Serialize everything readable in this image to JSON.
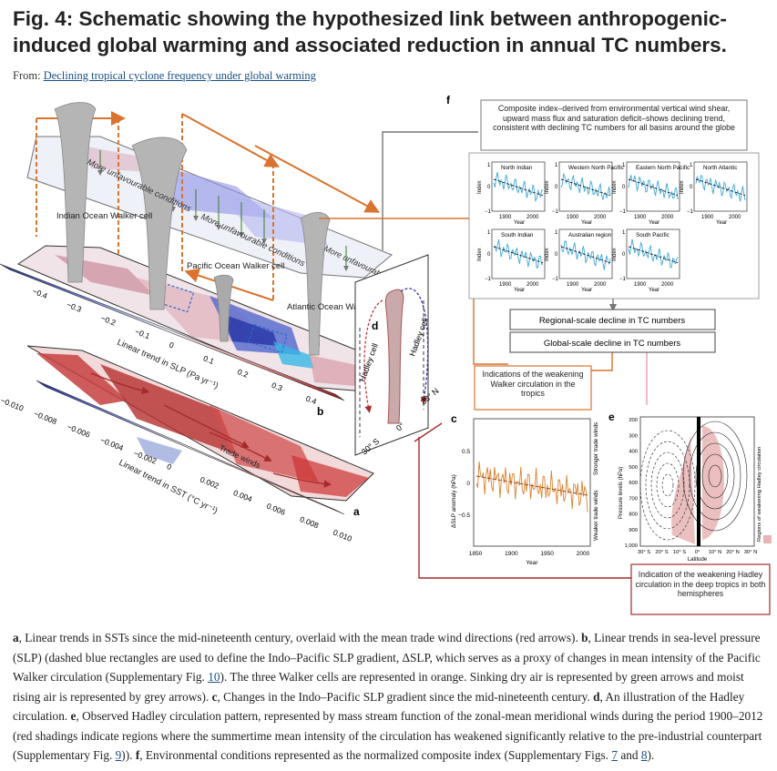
{
  "title": "Fig. 4: Schematic showing the hypothesized link between anthropogenic-induced global warming and associated reduction in annual TC numbers.",
  "from_prefix": "From: ",
  "from_link": "Declining tropical cyclone frequency under global warming",
  "figure": {
    "panel_letters": {
      "a": "a",
      "b": "b",
      "c": "c",
      "d": "d",
      "e": "e",
      "f": "f"
    },
    "slp_ticks": [
      "−0.4",
      "−0.3",
      "−0.2",
      "−0.1",
      "0",
      "0.1",
      "0.2",
      "0.3",
      "0.4"
    ],
    "slp_label": "Linear trend in SLP (Pa yr⁻¹)",
    "sst_ticks": [
      "−0.010",
      "−0.008",
      "−0.006",
      "−0.004",
      "−0.002",
      "0",
      "0.002",
      "0.004",
      "0.006",
      "0.008",
      "0.010"
    ],
    "sst_label": "Linear trend in SST (°C yr⁻¹)",
    "labels": {
      "more_unfav_1": "More unfavourable conditions",
      "more_unfav_2": "More unfavourable conditions",
      "more_unfav_3": "More unfavourable conditions",
      "indian_walker": "Indian Ocean Walker cell",
      "pacific_walker": "Pacific Ocean Walker cell",
      "atlantic_walker": "Atlantic Ocean Walker cell",
      "trade_winds": "Trade winds",
      "hadley_left": "Hadley cell",
      "hadley_right": "Hadley cell",
      "lat_30s": "30° S",
      "lat_0": "0°",
      "lat_30n": "30° N"
    },
    "box_f": "Composite index–derived from environmental vertical wind shear, upward mass flux and saturation deficit–shows declining trend, consistent with declining TC numbers for all basins around the globe",
    "basins": [
      "North Indian",
      "Western North Pacific",
      "Eastern North Pacific",
      "North Atlantic",
      "South Indian",
      "Australian region",
      "South Pacific"
    ],
    "index_label": "Index",
    "year_label": "Year",
    "year_ticks": [
      "1900",
      "2000"
    ],
    "index_ticks": [
      "1",
      "0",
      "−1"
    ],
    "regional_decline": "Regional-scale decline in TC numbers",
    "global_decline": "Global-scale decline in TC numbers",
    "walker_indication": "Indications of the weakening Walker circulation in the tropics",
    "hadley_indication": "Indication of the weakening Hadley circulation in the deep tropics in both hemispheres",
    "panel_c": {
      "ylabel": "ΔSLP anomaly (hPa)",
      "xlabel": "Year",
      "yticks": [
        "0.5",
        "0",
        "−0.5"
      ],
      "xticks": [
        "1850",
        "1900",
        "1950",
        "2000"
      ],
      "stronger": "Stronger trade winds",
      "weaker": "Weaker trade winds"
    },
    "panel_e": {
      "ylabel": "Pressure levels (hPa)",
      "xlabel": "Latitude",
      "yticks": [
        "200",
        "300",
        "400",
        "500",
        "600",
        "700",
        "800",
        "900",
        "1,000"
      ],
      "xticks": [
        "30° S",
        "20° S",
        "10° S",
        "0°",
        "10° N",
        "20° N",
        "30° N"
      ],
      "side_label": "Regions of weakening Hadley circulation"
    }
  },
  "caption": {
    "a_letter": "a",
    "a_text": ", Linear trends in SSTs since the mid-nineteenth century, overlaid with the mean trade wind directions (red arrows). ",
    "b_letter": "b",
    "b_text": ", Linear trends in sea-level pressure (SLP) (dashed blue rectangles are used to define the Indo–Pacific SLP gradient, ΔSLP, which serves as a proxy of changes in mean intensity of the Pacific Walker circulation (Supplementary Fig. ",
    "b_ref": "10",
    "b_text2": "). The three Walker cells are represented in orange. Sinking dry air is represented by green arrows and moist rising air is represented by grey arrows). ",
    "c_letter": "c",
    "c_text": ", Changes in the Indo–Pacific SLP gradient since the mid-nineteenth century. ",
    "d_letter": "d",
    "d_text": ", An illustration of the Hadley circulation. ",
    "e_letter": "e",
    "e_text": ", Observed Hadley circulation pattern, represented by mass stream function of the zonal-mean meridional winds during the period 1900–2012 (red shadings indicate regions where the summertime mean intensity of the circulation has weakened significantly relative to the pre-industrial counterpart (Supplementary Fig. ",
    "e_ref": "9",
    "e_text2": ")). ",
    "f_letter": "f",
    "f_text": ", Environmental conditions represented as the normalized composite index (Supplementary Figs. ",
    "f_ref1": "7",
    "f_and": " and ",
    "f_ref2": "8",
    "f_end": ")."
  }
}
